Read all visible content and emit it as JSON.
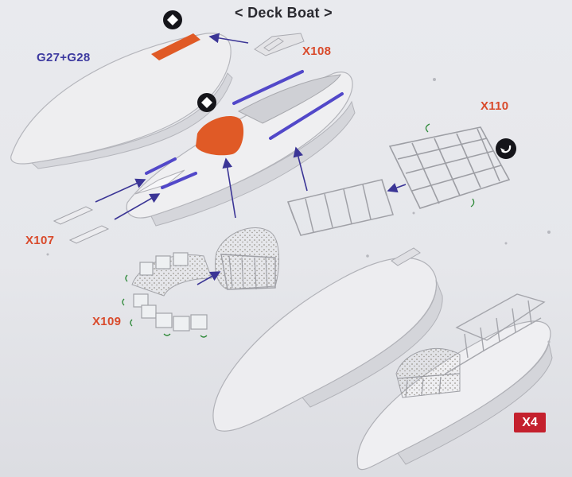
{
  "title": "< Deck Boat >",
  "labels": {
    "g27_g28": "G27+G28",
    "x108": "X108",
    "x110": "X110",
    "x107": "X107",
    "x109": "X109"
  },
  "badge": "X4",
  "icons": [
    "glue-diamond-icon",
    "glue-diamond-icon",
    "rotate-arrow-icon"
  ],
  "colors": {
    "label_blue": "#3d3aa0",
    "label_red": "#d94a2b",
    "orange_part": "#e05a26",
    "arrow": "#3b3596",
    "badge": "#c4202d"
  }
}
